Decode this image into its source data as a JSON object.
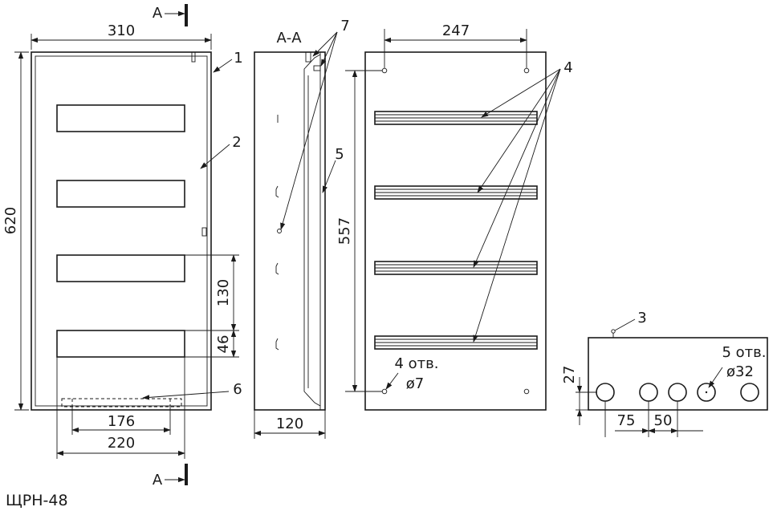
{
  "caption": "ЩРН-48",
  "section_mark": "А",
  "section_title": "А-А",
  "dimensions": {
    "width_front": "310",
    "height_front": "620",
    "module_pitch": "130",
    "module_height": "46",
    "mount_inner": "176",
    "mount_outer": "220",
    "depth": "120",
    "hole_spacing_x": "247",
    "hole_spacing_y": "557",
    "knockout_offset_y": "27",
    "knockout_first": "75",
    "knockout_pitch": "50"
  },
  "callouts": {
    "c1": "1",
    "c2": "2",
    "c3": "3",
    "c4": "4",
    "c5a": "5",
    "c5b": "5",
    "c6": "6",
    "c7": "7"
  },
  "notes": {
    "holes_count": "4 отв.",
    "holes_dia": "ø7",
    "knockouts_count": "5 отв.",
    "knockouts_dia": "ø32"
  }
}
